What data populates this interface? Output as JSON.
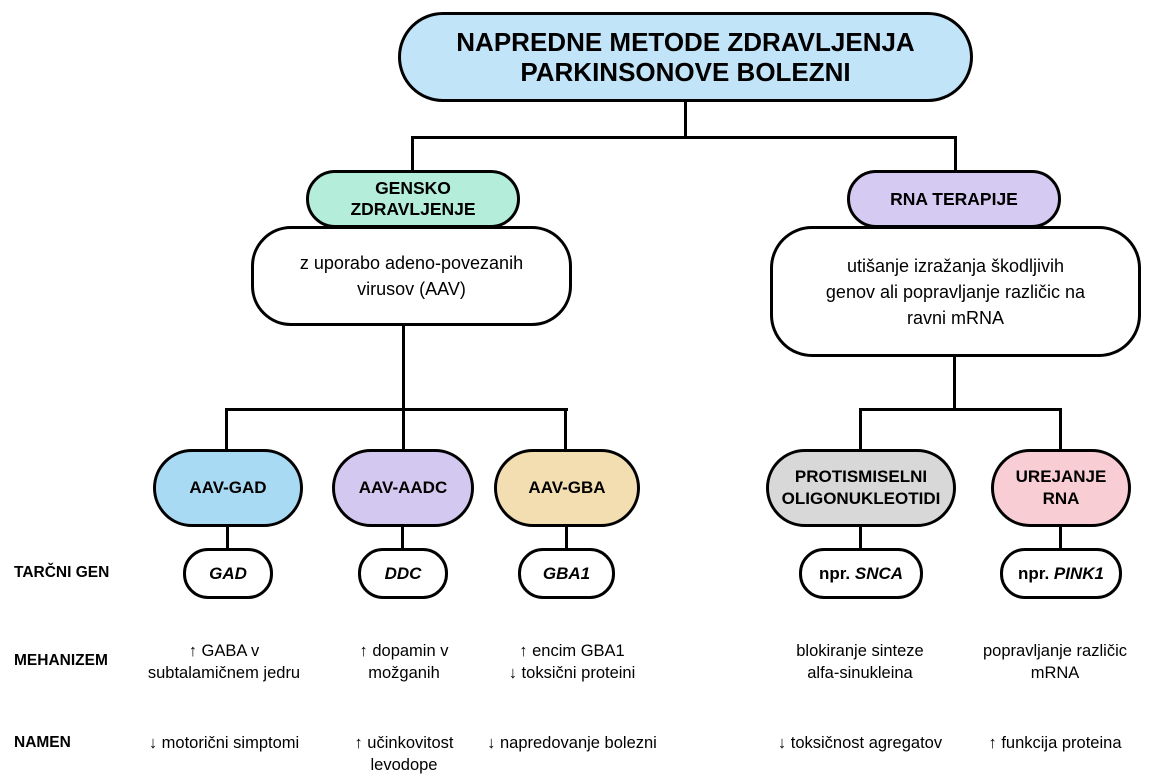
{
  "diagram": {
    "title": "NAPREDNE METODE ZDRAVLJENJA\nPARKINSONOVE BOLEZNI",
    "branches": {
      "gene_therapy": {
        "label": "GENSKO\nZDRAVLJENJE",
        "description": "z uporabo adeno-povezanih\nvirusov (AAV)"
      },
      "rna_therapy": {
        "label": "RNA TERAPIJE",
        "description": "utišanje izražanja škodljivih\ngenov ali popravljanje različic na\nravni mRNA"
      }
    },
    "row_labels": {
      "target_gene": "TARČNI GEN",
      "mechanism": "MEHANIZEM",
      "purpose": "NAMEN"
    },
    "columns": [
      {
        "method": "AAV-GAD",
        "gene_prefix": "",
        "gene": "GAD",
        "mechanism": "↑ GABA v\nsubtalamičnem jedru",
        "purpose": "↓ motorični simptomi",
        "color": "#a9daf3"
      },
      {
        "method": "AAV-AADC",
        "gene_prefix": "",
        "gene": "DDC",
        "mechanism": "↑ dopamin v\nmožganih",
        "purpose": "↑ učinkovitost\nlevodope",
        "color": "#d3c8ef"
      },
      {
        "method": "AAV-GBA",
        "gene_prefix": "",
        "gene": "GBA1",
        "mechanism": "↑ encim GBA1\n↓ toksični proteini",
        "purpose": "↓ napredovanje bolezni",
        "color": "#f2deb0"
      },
      {
        "method": "PROTISMISELNI\nOLIGONUKLEOTIDI",
        "gene_prefix": "npr. ",
        "gene": "SNCA",
        "mechanism": "blokiranje sinteze\nalfa-sinukleina",
        "purpose": "↓ toksičnost agregatov",
        "color": "#d8d8d8"
      },
      {
        "method": "UREJANJE\nRNA",
        "gene_prefix": "npr. ",
        "gene": "PINK1",
        "mechanism": "popravljanje različic\nmRNA",
        "purpose": "↑ funkcija proteina",
        "color": "#f8cdd4"
      }
    ],
    "colors": {
      "root_fill": "#c2e4f8",
      "gene_therapy_fill": "#b4edd9",
      "rna_therapy_fill": "#d5caf1",
      "outline": "#000000",
      "background": "#ffffff"
    }
  }
}
